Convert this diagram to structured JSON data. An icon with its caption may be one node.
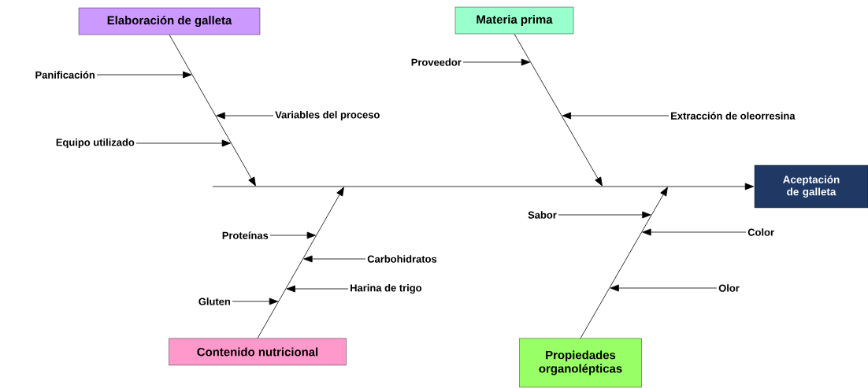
{
  "diagram": {
    "nodes": [
      {
        "text": [
          "Elaboración de galleta"
        ]
      },
      {
        "text": [
          "Materia prima"
        ]
      },
      {
        "text": [
          "Panificación"
        ]
      },
      {
        "text": [
          "Proveedor"
        ]
      },
      {
        "text": [
          "Variables del proceso"
        ]
      },
      {
        "text": [
          "Extracción de oleorresina"
        ]
      },
      {
        "text": [
          "Equipo utilizado"
        ]
      },
      {
        "text": [
          "Aceptación de galleta"
        ]
      },
      {
        "text": [
          "Sabor"
        ]
      },
      {
        "text": [
          "Proteínas"
        ]
      },
      {
        "text": [
          "Color"
        ]
      },
      {
        "text": [
          "Carbohidratos"
        ]
      },
      {
        "text": [
          "Harina de trigo"
        ]
      },
      {
        "text": [
          "Olor"
        ]
      },
      {
        "text": [
          "Gluten"
        ]
      },
      {
        "text": [
          "Contenido nutricional"
        ]
      },
      {
        "text": [
          "Propiedades organolépticas"
        ]
      }
    ],
    "edges": [
      {
        "from": null,
        "to": 7,
        "arrow": "to"
      },
      {
        "from": 0,
        "to": null,
        "arrow": "to"
      },
      {
        "from": 1,
        "to": null,
        "arrow": "to"
      },
      {
        "from": 15,
        "to": null,
        "arrow": "to"
      },
      {
        "from": 16,
        "to": null,
        "arrow": "to"
      },
      {
        "from": 2,
        "to": null,
        "arrow": "to"
      },
      {
        "from": 4,
        "to": null,
        "arrow": "to"
      },
      {
        "from": 6,
        "to": null,
        "arrow": "to"
      },
      {
        "from": 3,
        "to": null,
        "arrow": "to"
      },
      {
        "from": 5,
        "to": null,
        "arrow": "to"
      },
      {
        "from": 9,
        "to": null,
        "arrow": "to"
      },
      {
        "from": 11,
        "to": null,
        "arrow": "to"
      },
      {
        "from": 12,
        "to": null,
        "arrow": "to"
      },
      {
        "from": 14,
        "to": null,
        "arrow": "to"
      },
      {
        "from": 8,
        "to": null,
        "arrow": "to"
      },
      {
        "from": 10,
        "to": null,
        "arrow": "to"
      },
      {
        "from": 13,
        "to": null,
        "arrow": "to"
      }
    ]
  }
}
